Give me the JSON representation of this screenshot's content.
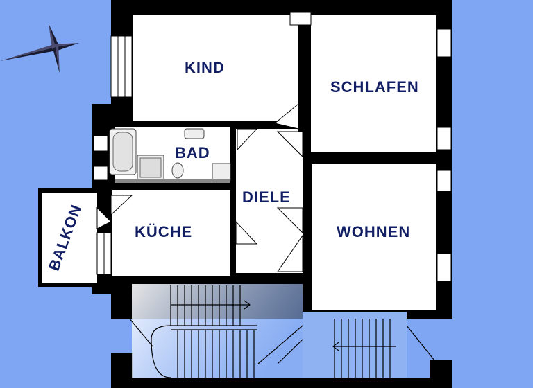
{
  "rooms": {
    "kind": "KIND",
    "schlafen": "SCHLAFEN",
    "bad": "BAD",
    "diele": "DIELE",
    "kueche": "KÜCHE",
    "wohnen": "WOHNEN",
    "balkon": "BALKON"
  },
  "colors": {
    "background": "#7ea6f2",
    "wall": "#000000",
    "floor": "#ffffff",
    "label": "#121e63",
    "stair_gradient_light": "#ffffff",
    "stair_gradient_dark": "#8fb2f3"
  },
  "icons": {
    "compass": "compass-rose-icon",
    "bathtub": "bathtub-icon",
    "shower": "shower-tray-icon",
    "sink": "washbasin-icon",
    "toilet": "toilet-icon",
    "washer": "washing-machine-icon"
  }
}
